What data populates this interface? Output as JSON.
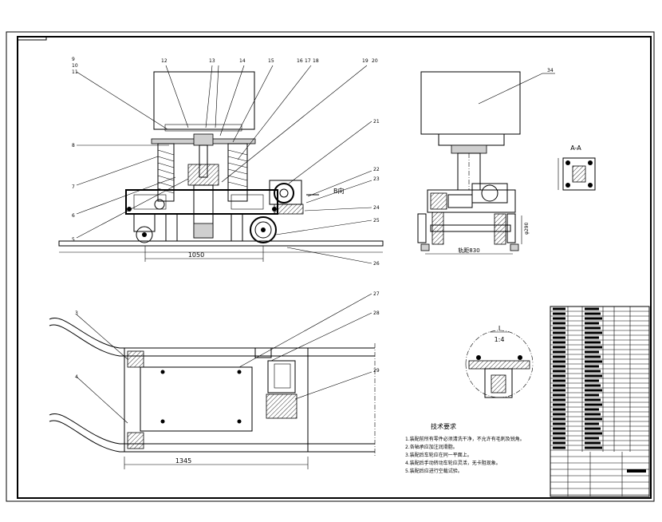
{
  "front_view": {
    "callouts_top": [
      "9",
      "10",
      "11",
      "12",
      "13",
      "14",
      "15",
      "16",
      "17",
      "18",
      "19",
      "20"
    ],
    "callouts_left": [
      "8",
      "7",
      "6",
      "5"
    ],
    "callouts_right": [
      "21",
      "22",
      "23",
      "24",
      "25",
      "26"
    ],
    "direction_label": "B向",
    "dimension": "1050"
  },
  "side_view": {
    "callout": "34",
    "dimension": "轨距830"
  },
  "section_view": {
    "label": "A-A"
  },
  "top_view": {
    "callouts_left": [
      "3",
      "4"
    ],
    "callouts_right": [
      "27",
      "28",
      "29"
    ],
    "dimension": "1345"
  },
  "detail_view": {
    "label": "I",
    "scale": "1:4"
  },
  "notes": {
    "title": "技术要求",
    "items": [
      "1.装配前所有零件必须清洗干净，不允许有毛刺及锐角。",
      "2.各轴承应加注润滑脂。",
      "3.装配后车轮应在同一平面上。",
      "4.装配后手动转动车轮应灵活，无卡阻现象。",
      "5.装配后应进行空载试验。"
    ]
  }
}
